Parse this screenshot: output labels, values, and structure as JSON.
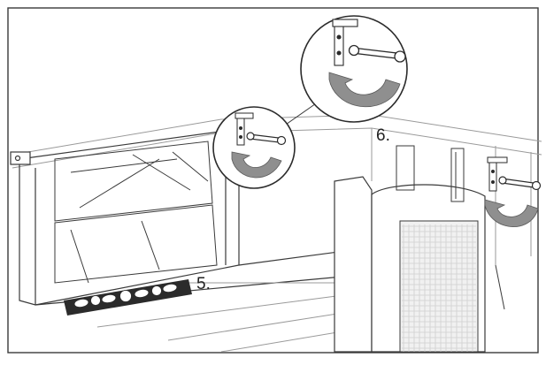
{
  "steps": [
    {
      "id": "5",
      "label": "5."
    },
    {
      "id": "6",
      "label": "6."
    }
  ],
  "colors": {
    "line": "#3a3a3a",
    "light_line": "#9a9a9a",
    "arrow_fill": "#8f8f8f",
    "level_bar": "#2b2b2b",
    "grille": "#cfcfcf",
    "background": "#ffffff"
  },
  "icons": [
    "bracket-icon",
    "wrench-icon",
    "rotation-arrow-icon",
    "spirit-level-icon"
  ]
}
